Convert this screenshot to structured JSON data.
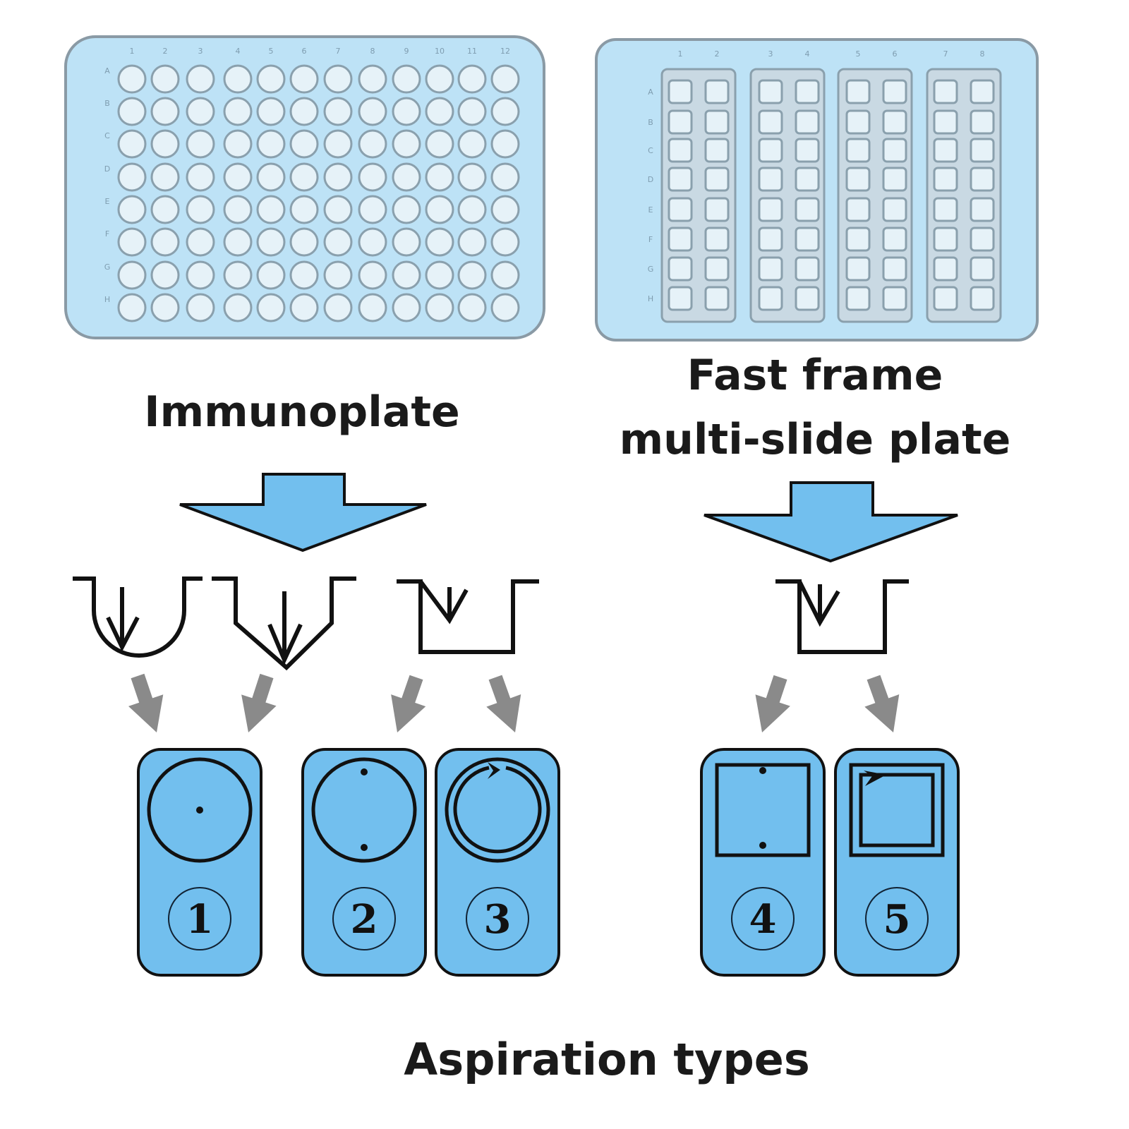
{
  "colors": {
    "plate_fill": "#bde2f6",
    "plate_border": "#8a9aa5",
    "well_fill": "#e6f2f8",
    "well_border": "#8aa0ad",
    "strip_fill": "#c9d9e3",
    "tick_label": "#7f9db0",
    "big_arrow_fill": "#72bfee",
    "card_fill": "#72bfee",
    "stroke_dark": "#111111",
    "gray_arrow": "#8a8a8a"
  },
  "immunoplate": {
    "title": "Immunoplate",
    "columns": [
      "1",
      "2",
      "3",
      "4",
      "5",
      "6",
      "7",
      "8",
      "9",
      "10",
      "11",
      "12"
    ],
    "rows": [
      "A",
      "B",
      "C",
      "D",
      "E",
      "F",
      "G",
      "H"
    ],
    "well_shape": "circle"
  },
  "fastframe": {
    "title_line1": "Fast frame",
    "title_line2": "multi-slide plate",
    "columns": [
      "1",
      "2",
      "3",
      "4",
      "5",
      "6",
      "7",
      "8"
    ],
    "rows": [
      "A",
      "B",
      "C",
      "D",
      "E",
      "F",
      "G",
      "H"
    ],
    "strips": 4,
    "well_shape": "square"
  },
  "well_profiles": [
    {
      "id": "round-bottom",
      "shape": "U-shaped well with center aspiration arrow"
    },
    {
      "id": "v-bottom",
      "shape": "V-shaped well with center aspiration arrow"
    },
    {
      "id": "flat-bottom",
      "shape": "flat well with angled aspiration arrow"
    },
    {
      "id": "flat-bottom-slide",
      "shape": "flat well with angled aspiration arrow"
    }
  ],
  "aspiration_types": [
    {
      "number": "1",
      "pattern": "single center point",
      "shape": "circle"
    },
    {
      "number": "2",
      "pattern": "two points top and bottom",
      "shape": "circle"
    },
    {
      "number": "3",
      "pattern": "circular sweep",
      "shape": "circle"
    },
    {
      "number": "4",
      "pattern": "two points top and bottom",
      "shape": "square"
    },
    {
      "number": "5",
      "pattern": "square sweep",
      "shape": "square"
    }
  ],
  "footer_title": "Aspiration types"
}
